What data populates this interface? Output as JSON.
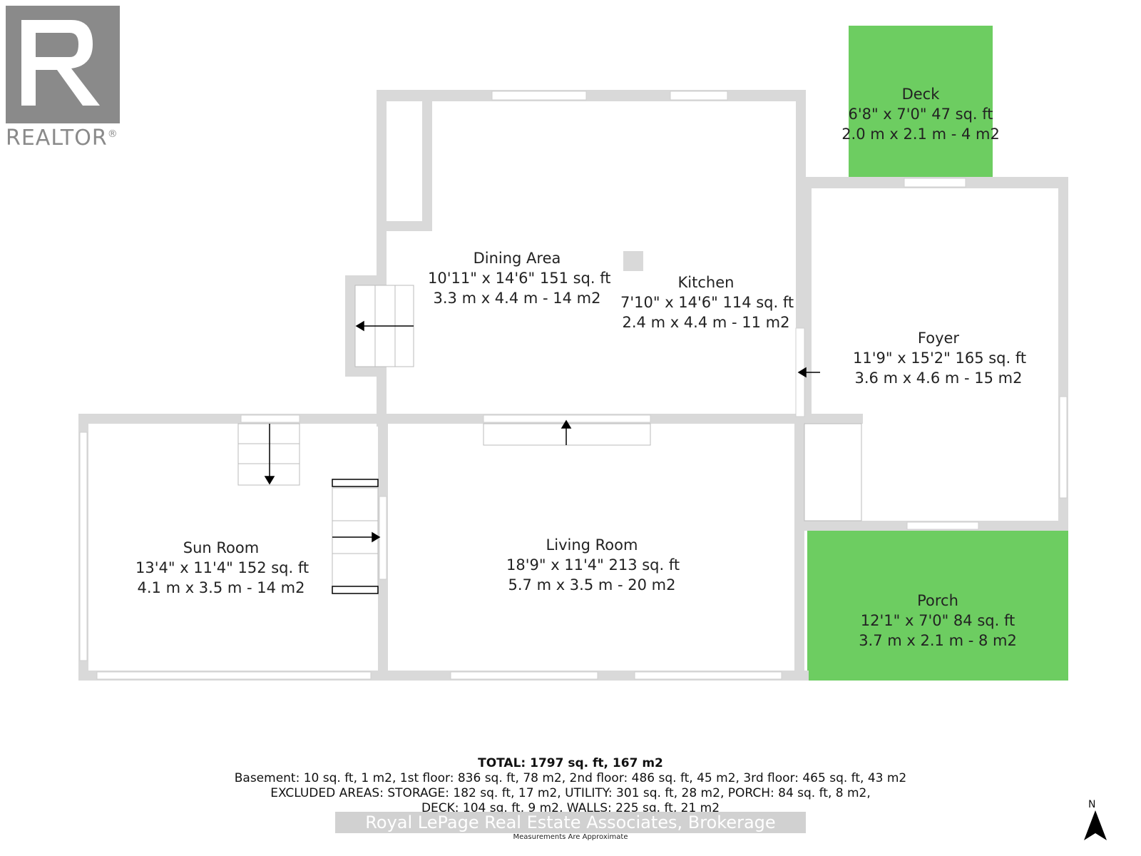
{
  "logo": {
    "word": "REALTOR",
    "mark": "®"
  },
  "rooms": {
    "dining": {
      "name": "Dining Area",
      "imperial": "10'11\" x 14'6\" 151 sq. ft",
      "metric": "3.3 m x 4.4 m - 14 m2"
    },
    "kitchen": {
      "name": "Kitchen",
      "imperial": "7'10\" x 14'6\" 114 sq. ft",
      "metric": "2.4 m x 4.4 m - 11 m2"
    },
    "deck": {
      "name": "Deck",
      "imperial": "6'8\" x 7'0\" 47 sq. ft",
      "metric": "2.0 m x 2.1 m - 4 m2"
    },
    "foyer": {
      "name": "Foyer",
      "imperial": "11'9\" x 15'2\" 165 sq. ft",
      "metric": "3.6 m x 4.6 m - 15 m2"
    },
    "sunroom": {
      "name": "Sun Room",
      "imperial": "13'4\" x 11'4\" 152 sq. ft",
      "metric": "4.1 m x 3.5 m - 14 m2"
    },
    "living": {
      "name": "Living Room",
      "imperial": "18'9\" x 11'4\" 213 sq. ft",
      "metric": "5.7 m x 3.5 m - 20 m2"
    },
    "porch": {
      "name": "Porch",
      "imperial": "12'1\" x 7'0\" 84 sq. ft",
      "metric": "3.7 m x 2.1 m - 8 m2"
    }
  },
  "totals": {
    "total": "TOTAL: 1797 sq. ft, 167 m2",
    "floors": "Basement: 10 sq. ft, 1 m2, 1st floor: 836 sq. ft, 78 m2, 2nd floor: 486 sq. ft, 45 m2, 3rd floor: 465 sq. ft, 43 m2",
    "excluded": "EXCLUDED AREAS: STORAGE: 182 sq. ft, 17 m2, UTILITY: 301 sq. ft, 28 m2, PORCH: 84 sq. ft, 8 m2,",
    "excluded2": "DECK: 104 sq. ft, 9 m2, WALLS: 225 sq. ft, 21 m2"
  },
  "watermark": "Royal LePage Real Estate Associates, Brokerage",
  "disclaimer": "Measurements Are Approximate",
  "compass": {
    "label": "N"
  },
  "colors": {
    "outdoor": "#6dcd61",
    "wall": "#d9d9d9",
    "logo": "#8a8a8a"
  }
}
